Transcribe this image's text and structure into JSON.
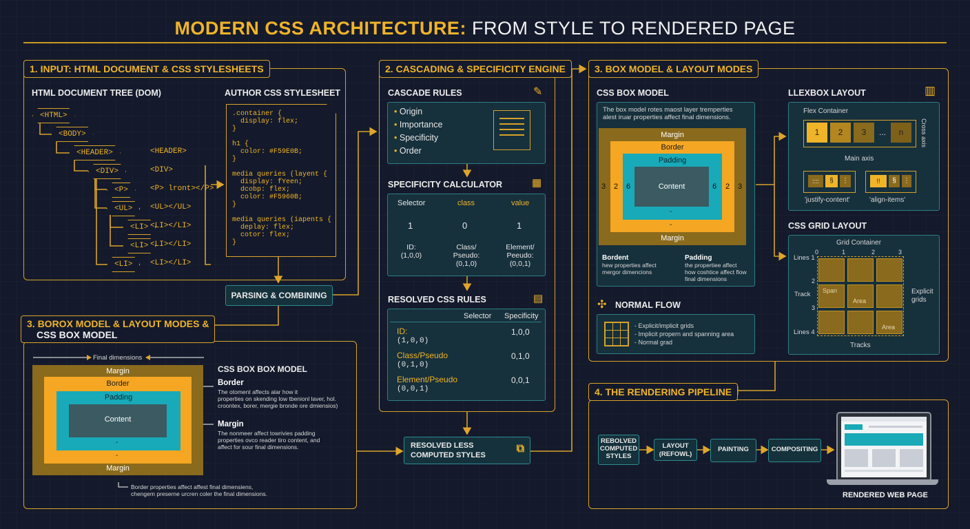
{
  "title": {
    "part1": "MODERN CSS ARCHITECTURE:",
    "part2": "FROM STYLE TO RENDERED PAGE"
  },
  "colors": {
    "gold": "#f0b429",
    "teal": "#18aab8",
    "bg": "#141a2b",
    "orange": "#f5a623",
    "olive": "#8a6a1c"
  },
  "input": {
    "label": "1. INPUT: HTML DOCUMENT & CSS STYLESHEETS",
    "dom_title": "HTML DOCUMENT TREE (DOM)",
    "css_title": "AUTHOR CSS STYLESHEET",
    "nodes": [
      "<HTML>",
      "<BODY>",
      "<HEADER>",
      "<DIV>",
      "<P>",
      "<UL>",
      "<LI>",
      "<LI>",
      "<LI>"
    ],
    "node_labels": [
      "<HEADER>",
      "<DIV>",
      "<P> lront></P>",
      "<UL></UL>",
      "<LI></LI>",
      "<LI></LI>",
      "<LI></LI>"
    ],
    "css_lines": [
      ".container {",
      "  display: flex;",
      "}",
      "",
      "h1 {",
      "  color: #F59E0B;",
      "}",
      "",
      "media queries (layent {",
      "  display: fYeen;",
      "  dcobp: flex;",
      "  color: #F5960B;",
      "}",
      "",
      "media queries (iapents {",
      "  deplay: flex;",
      "  cotor: flex;",
      "}"
    ]
  },
  "parsing": {
    "label": "PARSING & COMBINING"
  },
  "engine": {
    "label": "2. CASCADING & SPECIFICITY ENGINE",
    "cascade_title": "CASCADE RULES",
    "cascade_items": [
      "Origin",
      "Importance",
      "Specificity",
      "Order"
    ],
    "calc_title": "SPECIFICITY CALCULATOR",
    "calc_header": [
      "Selector",
      "class",
      "value"
    ],
    "calc_values": [
      "1",
      "0",
      "1"
    ],
    "calc_captions": [
      "ID:\n(1,0,0)",
      "Class/\nPseudo:\n(0,1,0)",
      "Element/\nPeeudo:\n(0,0,1)"
    ],
    "resolved_title": "RESOLVED CSS RULES",
    "resolved_header": [
      "Selector",
      "Specificity"
    ],
    "resolved_rows": [
      {
        "sel": "ID:",
        "sub": "(1,0,0)",
        "val": "1,0,0"
      },
      {
        "sel": "Class/Pseudo",
        "sub": "(0,1,0)",
        "val": "0,1,0"
      },
      {
        "sel": "Element/Pseudo",
        "sub": "(0,0,1)",
        "val": "0,0,1"
      }
    ],
    "computed_label": "RESOLVED LESS\nCOMPUTED STYLES"
  },
  "box3a": {
    "label_line1": "3. BOROX MODEL & LAYOUT MODES &",
    "label_line2": "CSS BOX MODEL",
    "final_dimensions": "Final dimensions",
    "margin": "Margin",
    "border": "Border",
    "padding": "Padding",
    "content": "Content",
    "dash": "-",
    "title": "CSS BOX BOX MODEL",
    "border_title": "Border",
    "border_desc": "The otoment affects alar how it\nproperties on skending low tbenionl laver, hol.\ncroontex, borer, mergie bronde ore dmiensios)",
    "margin_title": "Margin",
    "margin_desc": "The nonmeer affect towrivies padding\nproperties ovco reader tiro content, and\naffect for sour final dimensions.",
    "footnote": "Border properties affect affest final dimensiens,\nchengem preserne urcren coler the final dimensions."
  },
  "box3": {
    "label": "3. BOX MODEL & LAYOUT MODES",
    "box_title": "CSS BOX MODEL",
    "box_desc": "The box model rotes maost layer tremperties\nalest iruar properties affect final dimensions.",
    "margin": "Margin",
    "border": "Border",
    "padding": "Padding",
    "content": "Content",
    "nums": [
      "3",
      "2",
      "6",
      "6",
      "2",
      "3"
    ],
    "dash": "-",
    "bordent_title": "Bordent",
    "bordent_desc": "hew properties affect\nmergor dimencions",
    "padding_title": "Padding",
    "padding_desc": "the propertiee affect\nhow coshtice affect flow\nfinal dimensions",
    "flex_title": "LLEXBOX LAYOUT",
    "flex_container": "Flex Container",
    "flex_items": [
      "1",
      "2",
      "3",
      "...",
      "n"
    ],
    "main_axis": "Main axis",
    "cross_axis": "Cross axis",
    "justify": "'justify-content'",
    "align": "'align-items'",
    "justify_glyphs": [
      "::::",
      "§",
      "⋮"
    ],
    "align_glyphs": [
      "!!",
      "§",
      "⋮"
    ],
    "grid_title": "CSS GRID LAYOUT",
    "grid_container": "Grid Container",
    "col_nums": [
      "0",
      "1",
      "2",
      "3"
    ],
    "row_nums": [
      "1",
      "2",
      "3"
    ],
    "lines_top": "Lines 1",
    "track": "Track",
    "lines_bottom": "Lines 4",
    "span": "Span",
    "area1": "Area",
    "area2": "Area",
    "explicit": "Explicit\ngrids",
    "tracks": "Tracks",
    "flow_title": "NORMAL FLOW",
    "flow_items": [
      "- Explicit/implicit grids",
      "- Implicit propern and spanning area",
      "- Normal grad"
    ]
  },
  "pipeline": {
    "label": "4. THE RENDERING PIPELINE",
    "steps": [
      "REBOLVED\nCOMPUTED\nSTYLES",
      "LAYOUT\n(REFOWL)",
      "PAINTING",
      "COMPOSITING"
    ],
    "rendered": "RENDERED WEB PAGE"
  }
}
